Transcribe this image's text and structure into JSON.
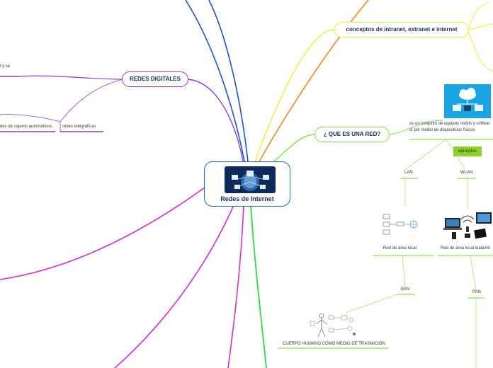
{
  "central": {
    "title": "Redes de Internet",
    "icon": "network-globe-icon"
  },
  "topics": {
    "redes_digitales": "REDES DIGITALES",
    "conceptos": "conceptos de intranet, extranet e internet",
    "que_es_red": "¿ QUE ES UNA RED?"
  },
  "fragments": {
    "partial_left": "l y se",
    "cajeros": "des de cajeros automáticos.",
    "telegraficas": "redes telegraficas"
  },
  "red": {
    "definition_line1": "es un conjunto de equipos nodos y softwar",
    "definition_line2": "sí por medio de dispositivos físicos",
    "ejemplos": "ejemplos",
    "lan": "LAN",
    "wlan": "WLAN",
    "lan_desc": "Red de área local",
    "wlan_desc": "Red de área local inalámb",
    "ban": "BAN",
    "pan": "PAN",
    "ban_desc": "CUERPO HUMANO COMO MEDIO DE TRASMICION"
  },
  "colors": {
    "central_border": "#1d6fb0",
    "digitales_branch": "#8a3fd6",
    "conceptos_branch": "#f0ee3a",
    "orange_branch": "#f08a1c",
    "red_branch": "#88e04a",
    "blue_branch": "#1e4fd8",
    "magenta_branch": "#d62fcc",
    "green_branch": "#2ed84a",
    "badge": "#8ed02c"
  }
}
